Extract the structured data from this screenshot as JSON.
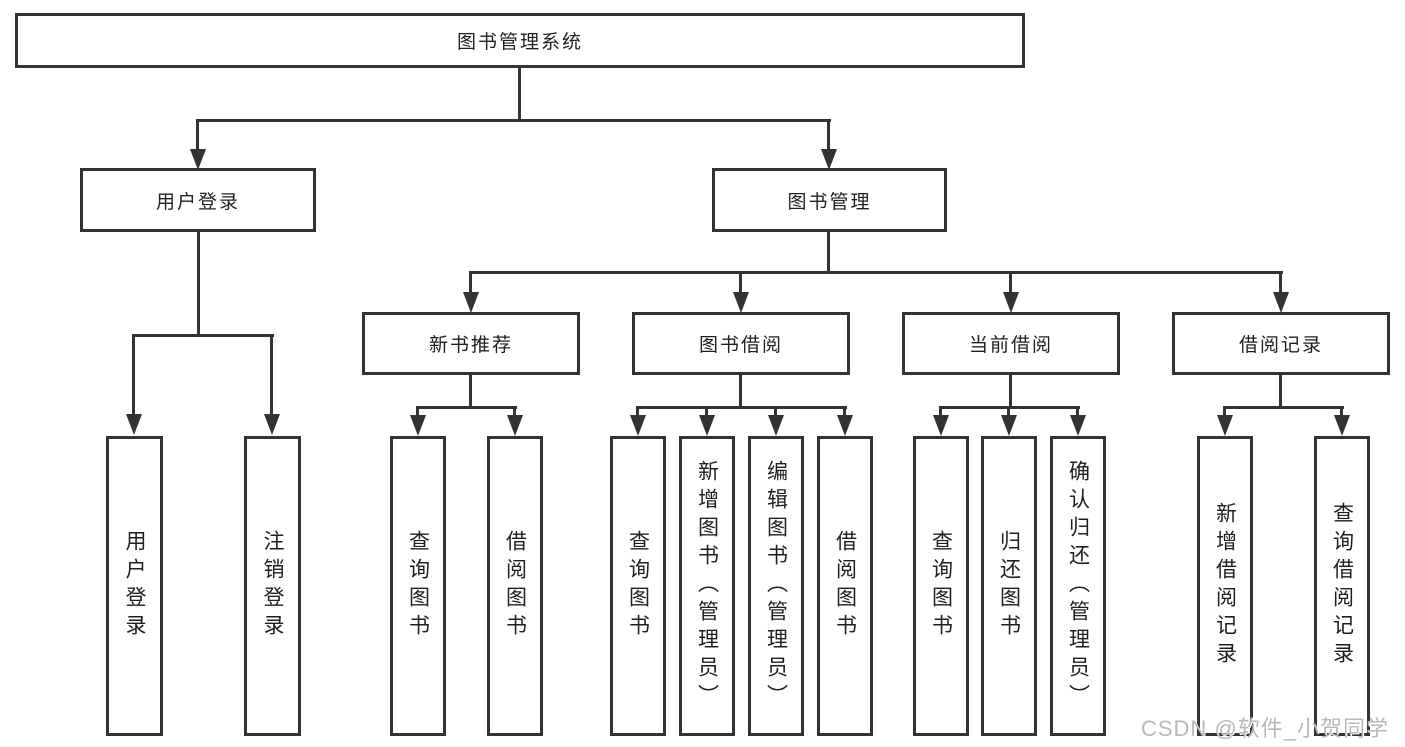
{
  "diagram": {
    "root": {
      "label": "图书管理系统"
    },
    "user_login_branch": {
      "label": "用户登录",
      "children": [
        {
          "label": "用户登录"
        },
        {
          "label": "注销登录"
        }
      ]
    },
    "book_mgmt_branch": {
      "label": "图书管理",
      "groups": [
        {
          "label": "新书推荐",
          "children": [
            {
              "label": "查询图书"
            },
            {
              "label": "借阅图书"
            }
          ]
        },
        {
          "label": "图书借阅",
          "children": [
            {
              "label": "查询图书"
            },
            {
              "label": "新增图书（管理员）"
            },
            {
              "label": "编辑图书（管理员）"
            },
            {
              "label": "借阅图书"
            }
          ]
        },
        {
          "label": "当前借阅",
          "children": [
            {
              "label": "查询图书"
            },
            {
              "label": "归还图书"
            },
            {
              "label": "确认归还（管理员）"
            }
          ]
        },
        {
          "label": "借阅记录",
          "children": [
            {
              "label": "新增借阅记录"
            },
            {
              "label": "查询借阅记录"
            }
          ]
        }
      ]
    },
    "watermark": {
      "text": "CSDN @软件_小贺同学"
    },
    "colors": {
      "line": "#333333",
      "box_border": "#333333",
      "text": "#1f1f1f",
      "watermark": "#b8b8b8",
      "background": "#ffffff"
    }
  }
}
